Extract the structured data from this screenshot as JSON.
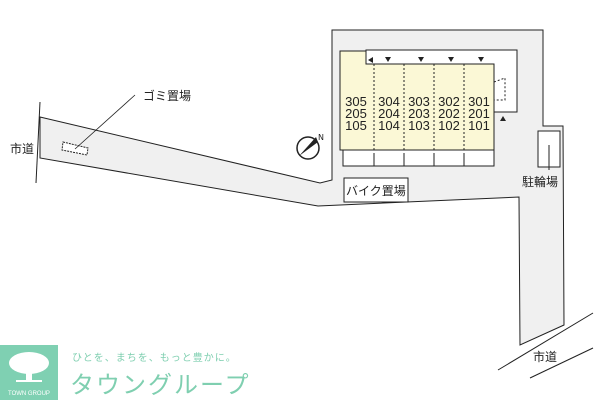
{
  "labels": {
    "city_road_left": "市道",
    "city_road_right": "市道",
    "garbage": "ゴミ置場",
    "bike_parking": "バイク置場",
    "bicycle_parking": "駐輪場"
  },
  "units": [
    {
      "floors": [
        "305",
        "205",
        "105"
      ]
    },
    {
      "floors": [
        "304",
        "204",
        "104"
      ]
    },
    {
      "floors": [
        "303",
        "203",
        "103"
      ]
    },
    {
      "floors": [
        "302",
        "202",
        "102"
      ]
    },
    {
      "floors": [
        "301",
        "201",
        "101"
      ]
    }
  ],
  "logo": {
    "emblem_text": "TOWN GROUP",
    "slogan": "ひとを、まちを、もっと豊かに。",
    "brand": "タウングループ"
  },
  "colors": {
    "building": "#fbf8d6",
    "ground": "#f0f0f0",
    "brand": "#7fcfb0"
  },
  "icons": {
    "compass": "north-arrow-icon"
  }
}
